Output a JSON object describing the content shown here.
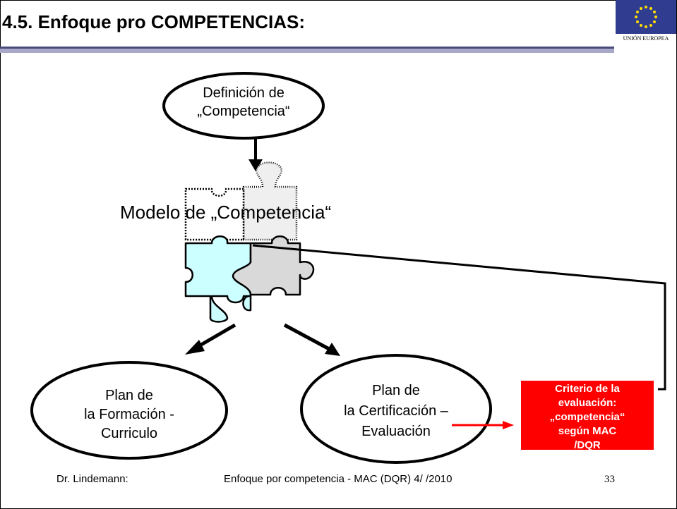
{
  "slide": {
    "title": "4.5.  Enfoque pro COMPETENCIAS:",
    "eu_caption": "UNIÓN EUROPEA"
  },
  "diagram": {
    "top_ellipse": [
      "Definición de",
      "„Competencia“"
    ],
    "model_label": "Modelo de „Competencia“",
    "left_ellipse": [
      "Plan de",
      "la Formación -",
      "Curriculo"
    ],
    "right_ellipse": [
      "Plan de",
      "la Certificación –",
      "Evaluación"
    ],
    "red_box": [
      "Criterio de la",
      "evaluación:",
      "„competencia“",
      "según MAC",
      "/DQR"
    ]
  },
  "colors": {
    "header_rule": "#4a4a7a",
    "puzzle_cyan": "#ccffff",
    "puzzle_gray": "#d9d9d9",
    "red_box": "#ff0000",
    "arrow_red": "#ff0000"
  },
  "footer": {
    "author": "Dr. Lindemann:",
    "center": "Enfoque por competencia - MAC (DQR) 4/ /2010",
    "page": "33"
  }
}
